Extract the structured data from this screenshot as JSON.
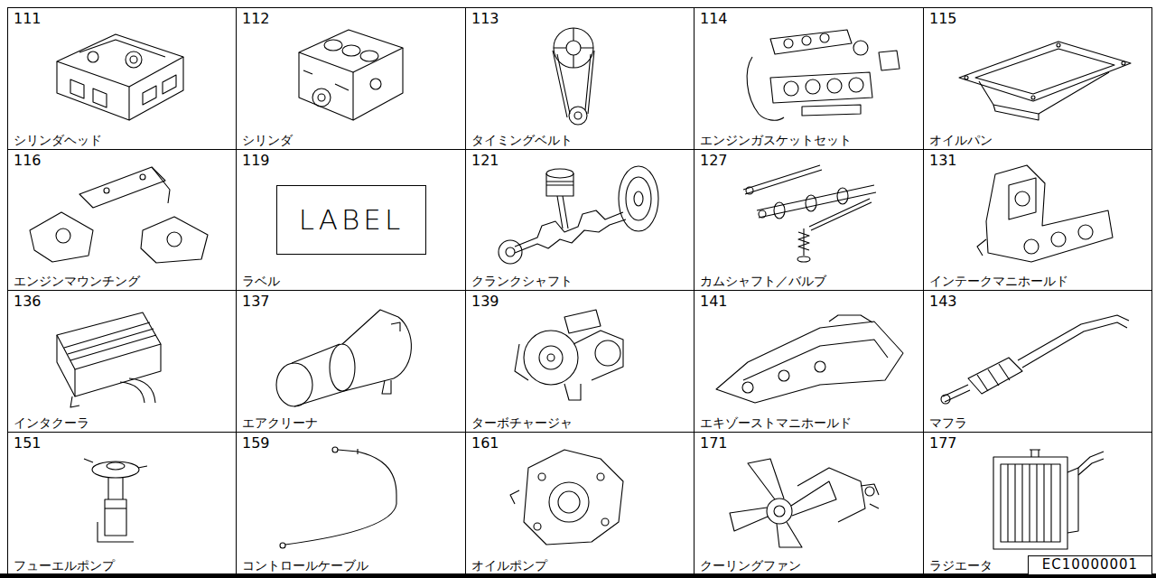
{
  "diagram": {
    "nodes": [
      {
        "text": [
          "111",
          "シリンダヘッド"
        ]
      },
      {
        "text": [
          "112",
          "シリンダ"
        ]
      },
      {
        "text": [
          "113",
          "タイミングベルト"
        ]
      },
      {
        "text": [
          "114",
          "エンジンガスケットセット"
        ]
      },
      {
        "text": [
          "115",
          "オイルパン"
        ]
      },
      {
        "text": [
          "116",
          "エンジンマウンチング"
        ]
      },
      {
        "text": [
          "119",
          "ラベル"
        ]
      },
      {
        "text": [
          "LABEL"
        ],
        "in": 6
      },
      {
        "text": [
          "121",
          "クランクシャフト"
        ]
      },
      {
        "text": [
          "127",
          "カムシャフト／バルブ"
        ]
      },
      {
        "text": [
          "131",
          "インテークマニホールド"
        ]
      },
      {
        "text": [
          "136",
          "インタクーラ"
        ]
      },
      {
        "text": [
          "137",
          "エアクリーナ"
        ]
      },
      {
        "text": [
          "139",
          "ターボチャージャ"
        ]
      },
      {
        "text": [
          "141",
          "エキゾーストマニホールド"
        ]
      },
      {
        "text": [
          "143",
          "マフラ"
        ]
      },
      {
        "text": [
          "151",
          "フューエルポンプ"
        ]
      },
      {
        "text": [
          "159",
          "コントロールケーブル"
        ]
      },
      {
        "text": [
          "161",
          "オイルポンプ"
        ]
      },
      {
        "text": [
          "171",
          "クーリングファン"
        ]
      },
      {
        "text": [
          "177",
          "ラジエータ"
        ]
      },
      {
        "text": [
          "EC10000001"
        ]
      }
    ]
  }
}
